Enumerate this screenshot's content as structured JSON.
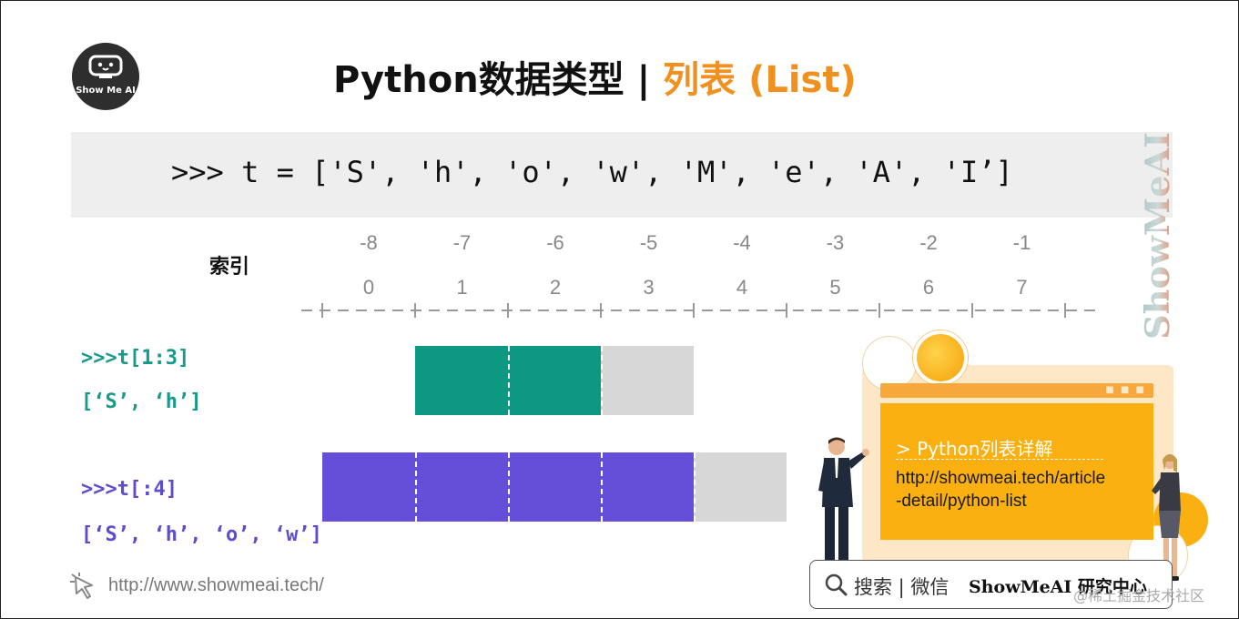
{
  "logo": {
    "text": "Show Me AI",
    "icon": "robot-face-icon"
  },
  "title": {
    "main": "Python数据类型 | ",
    "accent": "列表 (List)",
    "accent_color": "#f0901e"
  },
  "code_line": ">>> t = ['S', 'h', 'o', 'w', 'M', 'e', 'A', 'I’]",
  "vertical_brand": "ShowMeAI",
  "index": {
    "label": "索引",
    "negative": [
      "-8",
      "-7",
      "-6",
      "-5",
      "-4",
      "-3",
      "-2",
      "-1"
    ],
    "positive": [
      "0",
      "1",
      "2",
      "3",
      "4",
      "5",
      "6",
      "7"
    ]
  },
  "examples": [
    {
      "code": ">>>t[1:3]",
      "result": "[‘S’, ‘h’]",
      "color": "#0d9882",
      "start": 1,
      "end": 3
    },
    {
      "code": ">>>t[:4]",
      "result": "[‘S’, ‘h’, ‘o’, ‘w’]",
      "color": "#664fd8",
      "start": 0,
      "end": 4
    }
  ],
  "footer": {
    "url": "http://www.showmeai.tech/",
    "icon": "cursor-click-icon"
  },
  "ad": {
    "heading": "> Python列表详解",
    "url_line1": "http://showmeai.tech/article",
    "url_line2": "-detail/python-list"
  },
  "search": {
    "label": "搜索 | 微信",
    "brand": "ShowMeAI 研究中心",
    "icon": "search-icon"
  },
  "watermark": "@稀土掘金技术社区"
}
